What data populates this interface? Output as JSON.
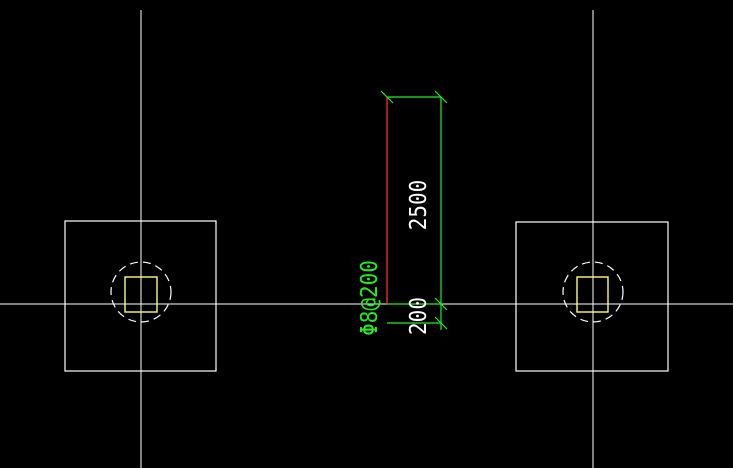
{
  "drawing": {
    "background": "#000000",
    "colors": {
      "axis": "#ffffff",
      "outline": "#ffffff",
      "column": "#ffff66",
      "rebar": "#ff2a2a",
      "dimension": "#22ee22",
      "label": "#22ee22",
      "dim_text": "#ffffff"
    },
    "rebar_label": "Φ8@200",
    "dimensions": {
      "overall": "2500",
      "small": "200"
    }
  }
}
